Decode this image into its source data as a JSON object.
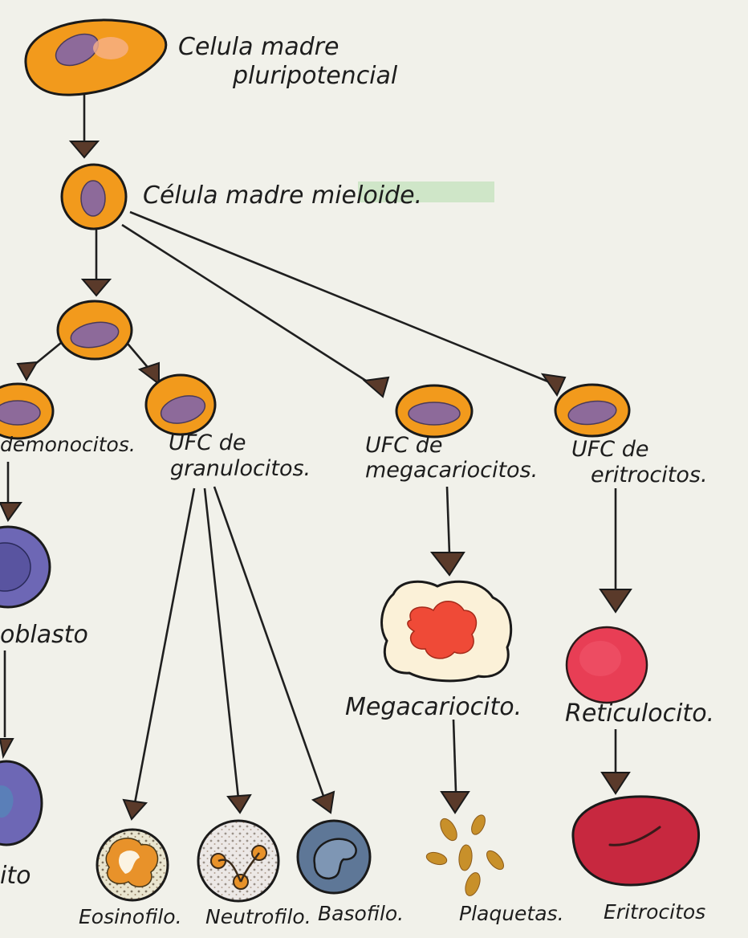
{
  "colors": {
    "background": "#f1f1ea",
    "cell_orange": "#f29a1c",
    "nucleus_purple": "#8d6a9a",
    "blast_purple": "#6d67b5",
    "megakaryocyte_red": "#ef4a37",
    "reticulocyte_red": "#e83e55",
    "erythrocyte_red": "#c7283f",
    "platelet_gold": "#c8902a",
    "basophil_blue": "#5e7797",
    "highlight_green": "#a6d9a0"
  },
  "labels": {
    "stem_cell_line1": "Celula madre",
    "stem_cell_line2": "pluripotencial",
    "myeloid_stem": "Célula madre mieloide.",
    "monocyte_ufc": "demonocitos.",
    "granulocyte_ufc_line1": "UFC de",
    "granulocyte_ufc_line2": "granulocitos.",
    "megakaryocyte_ufc_line1": "UFC de",
    "megakaryocyte_ufc_line2": "megacariocitos.",
    "erythrocyte_ufc_line1": "UFC de",
    "erythrocyte_ufc_line2": "eritrocitos.",
    "monoblast": "oblasto",
    "megakaryocyte": "Megacariocito.",
    "reticulocyte": "Reticulocito.",
    "monocyte": "ito",
    "eosinophil": "Eosinofilo.",
    "neutrophil": "Neutrofilo.",
    "basophil": "Basofilo.",
    "platelets": "Plaquetas.",
    "erythrocyte": "Eritrocitos"
  }
}
